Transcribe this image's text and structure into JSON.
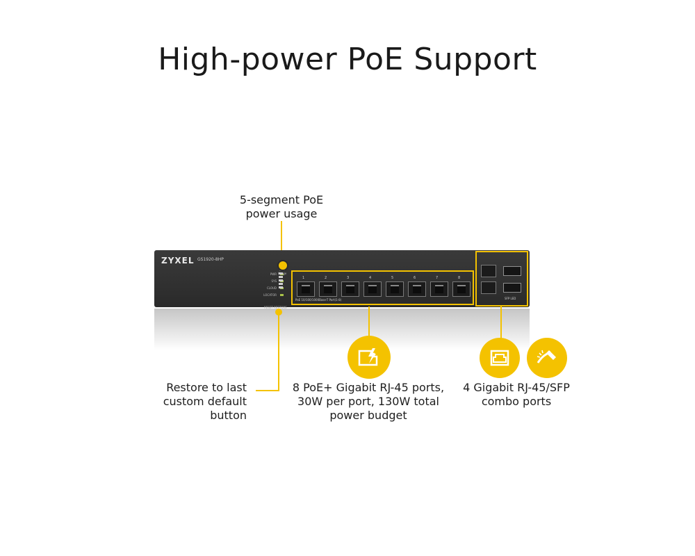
{
  "title": "High-power PoE Support",
  "device": {
    "brand": "ZYXEL",
    "model": "GS1920-8HP",
    "leds": [
      "PWR",
      "SYS",
      "CLOUD",
      "LOCATOR"
    ],
    "poe_meter_label": "PoE Usage",
    "reset_label": "RESET RESTORE",
    "ports": [
      "1",
      "2",
      "3",
      "4",
      "5",
      "6",
      "7",
      "8"
    ],
    "ports_label": "PoE 10/100/1000Base-T Port(1-8)",
    "combo_label": "SFP LED"
  },
  "callouts": {
    "poe_usage": [
      "5-segment PoE",
      "power usage"
    ],
    "restore": [
      "Restore to last",
      "custom default",
      "button"
    ],
    "poe_ports": [
      "8 PoE+ Gigabit RJ-45 ports,",
      "30W per port, 130W total",
      "power budget"
    ],
    "combo": [
      "4 Gigabit RJ-45/SFP",
      "combo ports"
    ]
  },
  "icons": {
    "poe_port": "poe-port-icon",
    "rj45": "rj45-port-icon",
    "sfp": "fiber-sfp-icon"
  },
  "colors": {
    "accent": "#f4c200",
    "device_body": "#2f2f2f"
  }
}
